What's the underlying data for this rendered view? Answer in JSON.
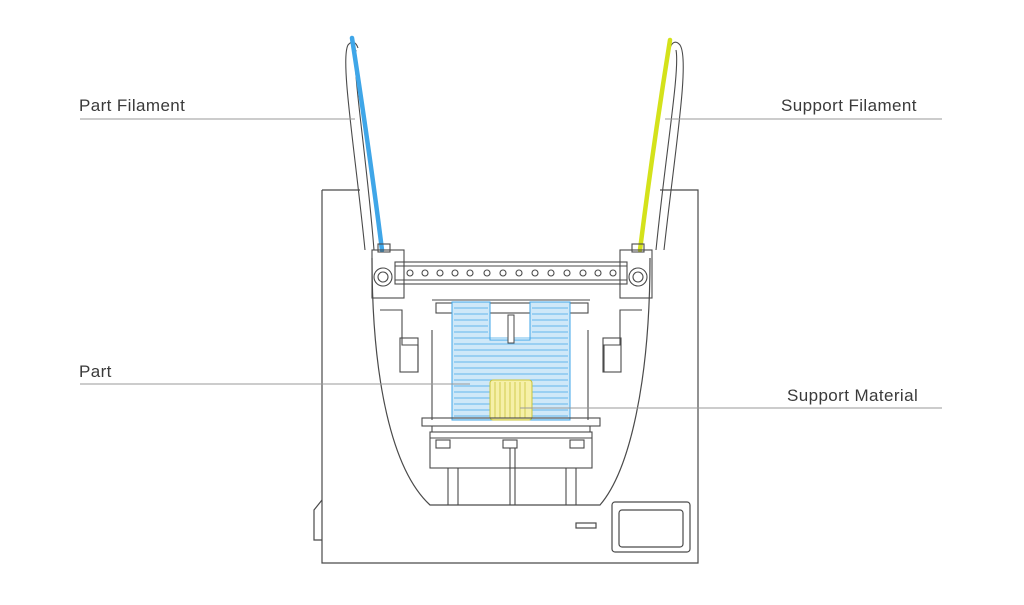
{
  "labels": {
    "part_filament": "Part Filament",
    "support_filament": "Support Filament",
    "part": "Part",
    "support_material": "Support Material"
  },
  "colors": {
    "part_color": "#3fa6e8",
    "support_color": "#d4e21b",
    "line_color": "#4a4a4a",
    "part_fill": "#cfe8f8",
    "support_fill": "#f6f0a8"
  }
}
